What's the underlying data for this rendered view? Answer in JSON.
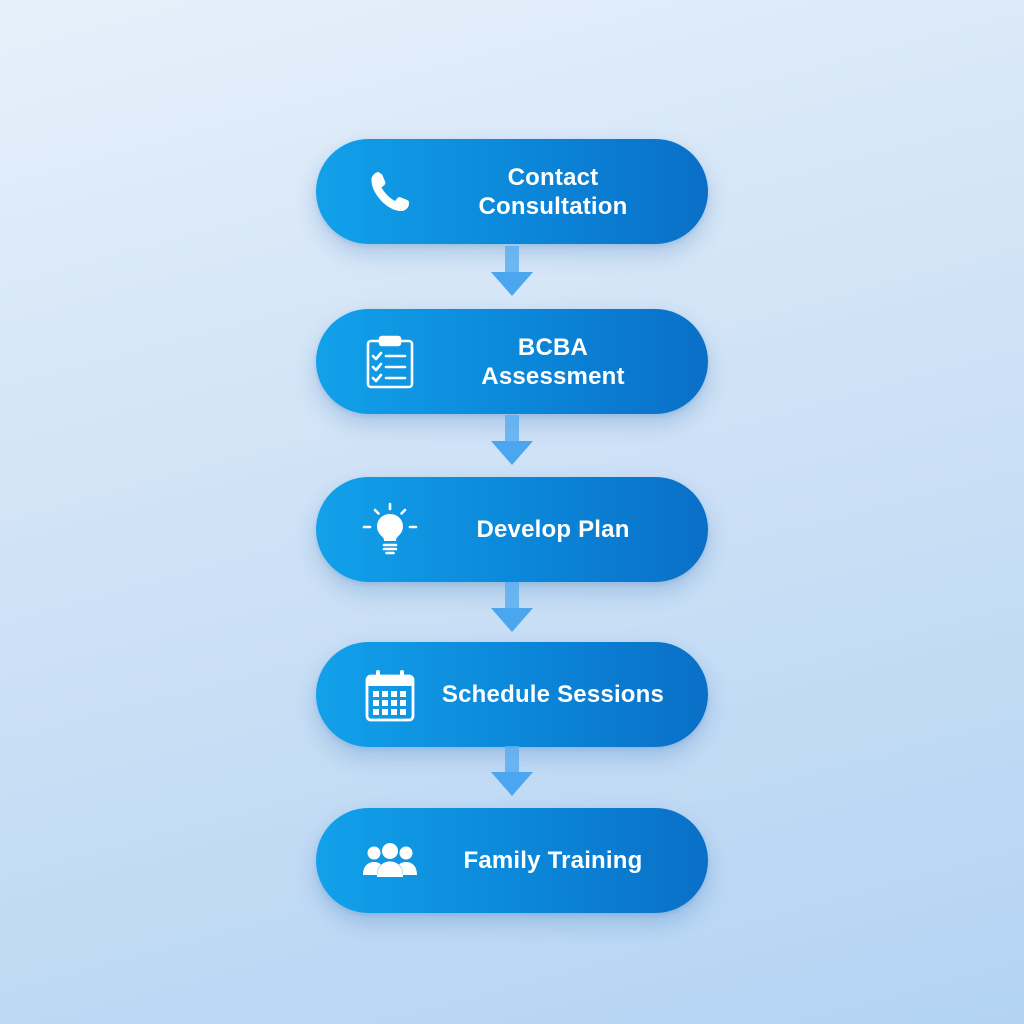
{
  "steps": [
    {
      "label": "Contact\nConsultation",
      "icon": "phone-icon"
    },
    {
      "label": "BCBA\nAssessment",
      "icon": "clipboard-checklist-icon"
    },
    {
      "label": "Develop Plan",
      "icon": "lightbulb-icon"
    },
    {
      "label": "Schedule Sessions",
      "icon": "calendar-icon"
    },
    {
      "label": "Family Training",
      "icon": "group-people-icon"
    }
  ],
  "colors": {
    "pill_start": "#12a1ea",
    "pill_end": "#0a6fc7",
    "arrow": "#5aaef0",
    "background_top": "#e6f0fa",
    "background_bottom": "#b3d3f3"
  }
}
